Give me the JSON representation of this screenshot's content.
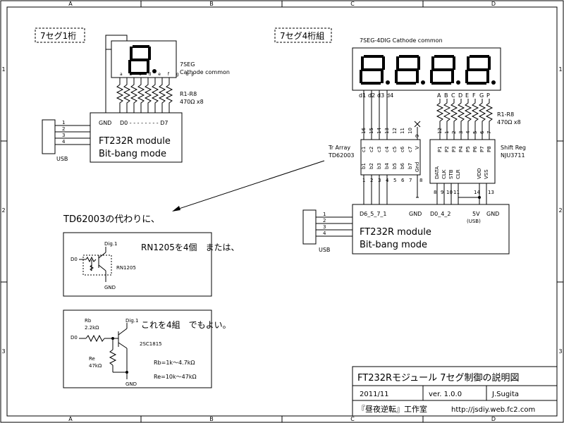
{
  "frame": {
    "col_labels": [
      "A",
      "B",
      "C",
      "D"
    ],
    "row_labels": [
      "1",
      "2",
      "3"
    ]
  },
  "section_1digit": "7セグ1桁",
  "section_4digit": "7セグ4桁組",
  "seg1": {
    "digit_glyph": "8.",
    "pin_labels": "a b c d e f g dp",
    "label_name": "7SEG",
    "label_type": "Cathode common",
    "res_name": "R1-R8",
    "res_value": "470Ω x8",
    "gnd": "GND",
    "d0_d7": "D0 - - - - - - - - D7",
    "module_line1": "FT232R module",
    "module_line2": "Bit-bang mode",
    "usb": "USB",
    "usb_pins": [
      "1",
      "2",
      "3",
      "4"
    ]
  },
  "seg4": {
    "title": "7SEG-4DIG   Cathode common",
    "digit_labels": [
      "d1",
      "d2",
      "d3",
      "d4"
    ],
    "seg_labels": [
      "A",
      "B",
      "C",
      "D",
      "E",
      "F",
      "G",
      "P"
    ],
    "res_name": "R1-R8",
    "res_value": "470Ω x8",
    "tr_name": "Tr Array",
    "tr_part": "TD62003",
    "tr_top_pins": [
      "16",
      "15",
      "14",
      "13",
      "12",
      "11",
      "10",
      "9"
    ],
    "tr_top_labels": [
      "c1",
      "c2",
      "c3",
      "c4",
      "c5",
      "c6",
      "c7",
      "V"
    ],
    "tr_bot_labels": [
      "b1",
      "b2",
      "b3",
      "b4",
      "b5",
      "b6",
      "b7",
      "Gnd"
    ],
    "tr_bot_pins": [
      "1",
      "2",
      "3",
      "4",
      "5",
      "6",
      "7",
      "8"
    ],
    "sr_name": "Shift Reg",
    "sr_part": "NJU3711",
    "sr_top_pins": [
      "12",
      "1",
      "2",
      "3",
      "4",
      "5",
      "6",
      "7"
    ],
    "sr_top_labels": [
      "P1",
      "P2",
      "P3",
      "P4",
      "P5",
      "P6",
      "P7",
      "P8"
    ],
    "sr_bot_labels": [
      "DATA",
      "CLK",
      "STB",
      "CLR",
      "VDD",
      "VSS"
    ],
    "sr_bot_pins": [
      "8",
      "9",
      "10",
      "11",
      "14",
      "13"
    ],
    "ft_pins_left": "D6_5_7_1",
    "ft_gnd": "GND",
    "ft_pins_mid": "D0_4_2",
    "ft_5v": "5V",
    "ft_usb_note": "(USB)",
    "ft_gnd2": "GND",
    "module_line1": "FT232R module",
    "module_line2": "Bit-bang mode",
    "usb": "USB",
    "usb_pins": [
      "1",
      "2",
      "3",
      "4"
    ]
  },
  "alt_note": "TD62003の代わりに、",
  "alt1": {
    "heading": "RN1205を4個　または、",
    "d0": "D0",
    "dig": "Dig.1",
    "part": "RN1205",
    "gnd": "GND"
  },
  "alt2": {
    "heading": "これを4組　でもよい。",
    "d0": "D0",
    "rb": "Rb",
    "rb_val": "2.2kΩ",
    "dig": "Dig.1",
    "part": "2SC1815",
    "re": "Re",
    "re_val": "47kΩ",
    "gnd": "GND",
    "rb_range": "Rb=1k～4.7kΩ",
    "re_range": "Re=10k～47kΩ"
  },
  "title_block": {
    "title": "FT232Rモジュール 7セグ制御の説明図",
    "date": "2011/11",
    "version": "ver. 1.0.0",
    "author": "J.Sugita",
    "org": "『昼夜逆転』工作室",
    "url": "http://jsdiy.web.fc2.com"
  }
}
